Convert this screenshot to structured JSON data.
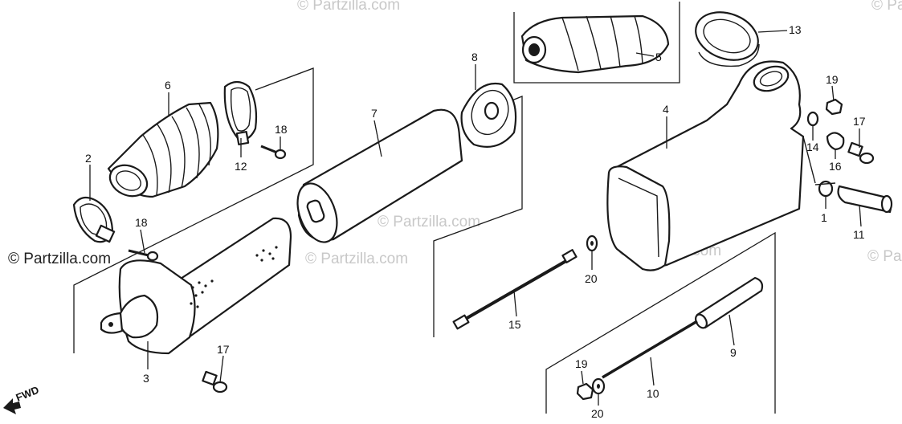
{
  "diagram": {
    "watermark": "© Partzilla.com",
    "direction_label": "FWD",
    "callouts": [
      {
        "id": "c1",
        "label": "1"
      },
      {
        "id": "c2",
        "label": "2"
      },
      {
        "id": "c3",
        "label": "3"
      },
      {
        "id": "c4",
        "label": "4"
      },
      {
        "id": "c5",
        "label": "5"
      },
      {
        "id": "c6",
        "label": "6"
      },
      {
        "id": "c7",
        "label": "7"
      },
      {
        "id": "c8",
        "label": "8"
      },
      {
        "id": "c9",
        "label": "9"
      },
      {
        "id": "c10",
        "label": "10"
      },
      {
        "id": "c11",
        "label": "11"
      },
      {
        "id": "c12",
        "label": "12"
      },
      {
        "id": "c13",
        "label": "13"
      },
      {
        "id": "c14",
        "label": "14"
      },
      {
        "id": "c15",
        "label": "15"
      },
      {
        "id": "c16",
        "label": "16"
      },
      {
        "id": "c17a",
        "label": "17"
      },
      {
        "id": "c17b",
        "label": "17"
      },
      {
        "id": "c18a",
        "label": "18"
      },
      {
        "id": "c18b",
        "label": "18"
      },
      {
        "id": "c19a",
        "label": "19"
      },
      {
        "id": "c19b",
        "label": "19"
      },
      {
        "id": "c20a",
        "label": "20"
      },
      {
        "id": "c20b",
        "label": "20"
      }
    ]
  }
}
